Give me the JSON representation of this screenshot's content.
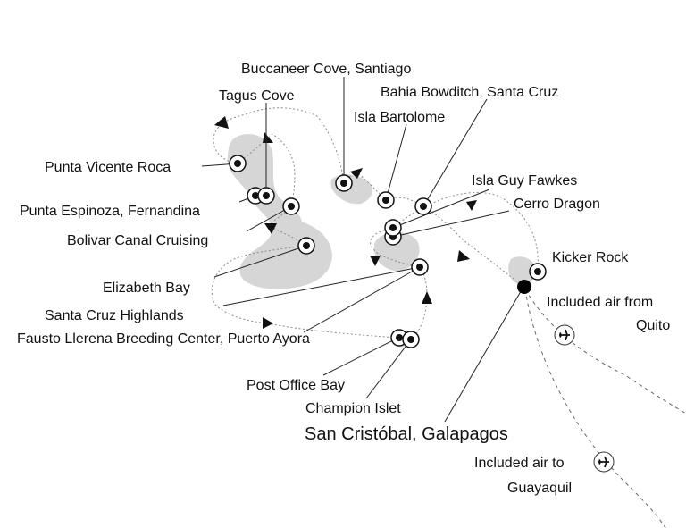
{
  "map": {
    "ports": [
      {
        "id": "buccaneer",
        "label": "Buccaneer Cove, Santiago"
      },
      {
        "id": "bahia",
        "label": "Bahia Bowditch, Santa Cruz"
      },
      {
        "id": "tagus",
        "label": "Tagus Cove"
      },
      {
        "id": "bartolome",
        "label": "Isla Bartolome"
      },
      {
        "id": "vicente",
        "label": "Punta Vicente Roca"
      },
      {
        "id": "guyfawkes",
        "label": "Isla Guy Fawkes"
      },
      {
        "id": "dragon",
        "label": "Cerro Dragon"
      },
      {
        "id": "espinoza",
        "label": "Punta Espinoza, Fernandina"
      },
      {
        "id": "bolivar",
        "label": "Bolivar Canal Cruising"
      },
      {
        "id": "kicker",
        "label": "Kicker Rock"
      },
      {
        "id": "elizabeth",
        "label": "Elizabeth Bay"
      },
      {
        "id": "highlands",
        "label": "Santa Cruz Highlands"
      },
      {
        "id": "fausto",
        "label": "Fausto Llerena Breeding Center, Puerto Ayora"
      },
      {
        "id": "postoffice",
        "label": "Post Office Bay"
      },
      {
        "id": "champion",
        "label": "Champion Islet"
      }
    ],
    "embarkation": "San Cristóbal, Galapagos",
    "air_from": {
      "line1": "Included air from",
      "line2": "Quito"
    },
    "air_to": {
      "line1": "Included air to",
      "line2": "Guayaquil"
    },
    "icons": [
      "port-marker-icon",
      "embarkation-marker-icon",
      "route-arrow-icon",
      "airplane-icon"
    ]
  }
}
